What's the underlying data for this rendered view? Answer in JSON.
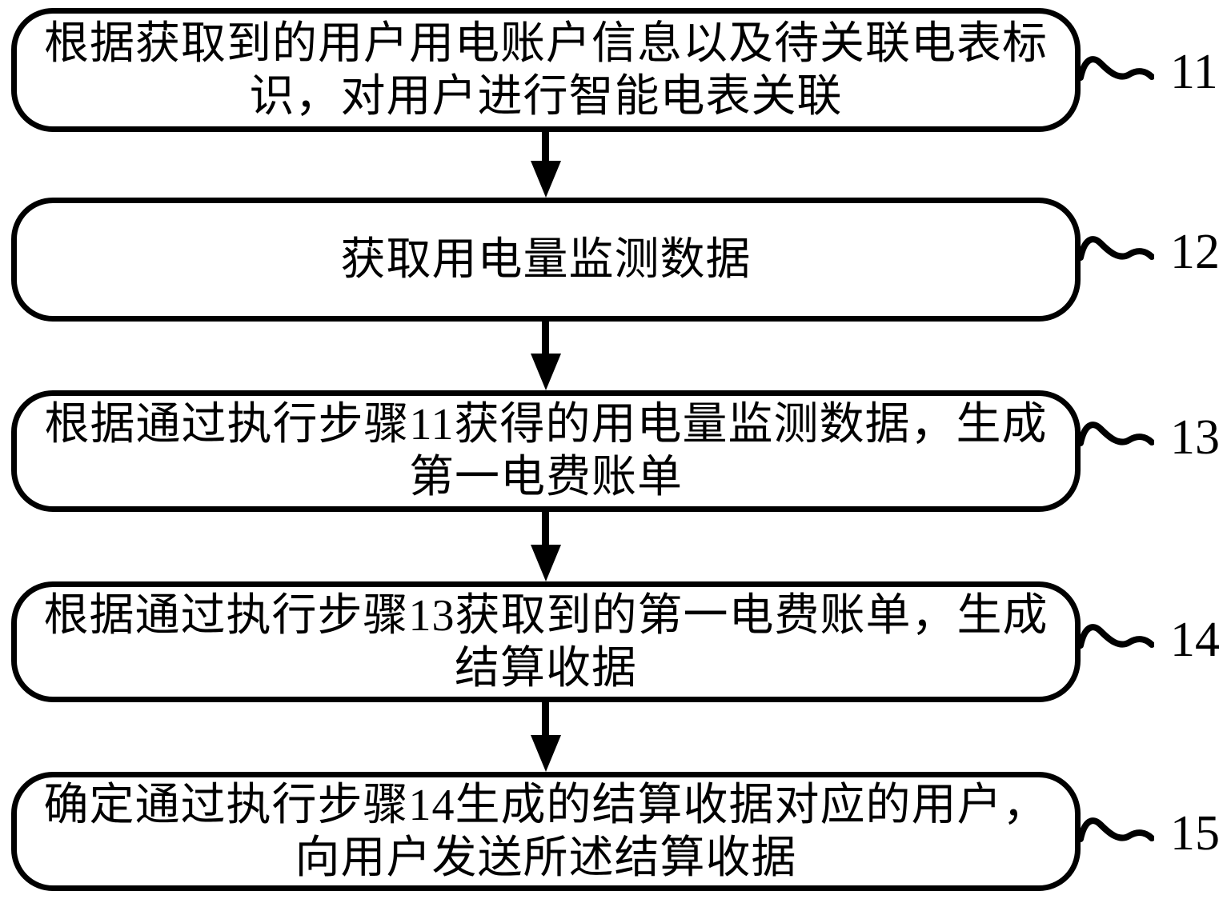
{
  "diagram": {
    "type": "flowchart",
    "colors": {
      "stroke": "#000000",
      "background": "#ffffff",
      "text": "#000000"
    },
    "steps": [
      {
        "label": "11",
        "text": "根据获取到的用户用电账户信息以及待关联电表标\n识，对用户进行智能电表关联"
      },
      {
        "label": "12",
        "text": "获取用电量监测数据"
      },
      {
        "label": "13",
        "text": "根据通过执行步骤11获得的用电量监测数据，生成\n第一电费账单"
      },
      {
        "label": "14",
        "text": "根据通过执行步骤13获取到的第一电费账单，生成\n结算收据"
      },
      {
        "label": "15",
        "text": "确定通过执行步骤14生成的结算收据对应的用户，\n向用户发送所述结算收据"
      }
    ],
    "connections": [
      {
        "from": "11",
        "to": "12",
        "style": "arrow-down"
      },
      {
        "from": "12",
        "to": "13",
        "style": "arrow-down"
      },
      {
        "from": "13",
        "to": "14",
        "style": "arrow-down"
      },
      {
        "from": "14",
        "to": "15",
        "style": "arrow-down"
      }
    ]
  }
}
